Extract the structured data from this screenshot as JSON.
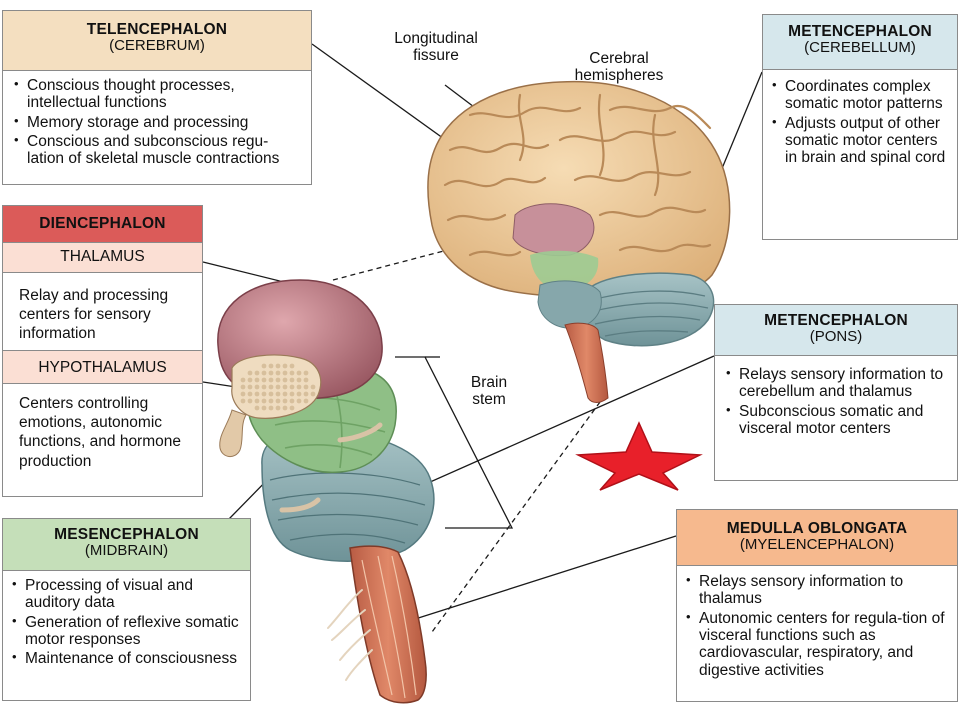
{
  "colors": {
    "telencephalon_header": "#f4dfc0",
    "metencephalon_header": "#d6e7ec",
    "diencephalon_header": "#db5b59",
    "diencephalon_subheader": "#fbdfd4",
    "mesencephalon_header": "#c5dfb9",
    "medulla_header": "#f6b98e",
    "star": "#e8202a",
    "cerebrum": "#edc898",
    "thalamus": "#c98a92",
    "midbrain": "#8fbf86",
    "pons": "#8fb0b4",
    "cerebellum": "#8cabb0",
    "medulla": "#d6775a"
  },
  "telencephalon": {
    "title": "TELENCEPHALON",
    "subtitle": "(CEREBRUM)",
    "items": [
      "Conscious thought processes, intellectual functions",
      "Memory storage and  processing",
      "Conscious and subconscious regu-lation of skeletal muscle contractions"
    ]
  },
  "metencephalon_cerebellum": {
    "title": "METENCEPHALON",
    "subtitle": "(CEREBELLUM)",
    "items": [
      "Coordinates complex somatic motor patterns",
      "Adjusts output of other somatic motor centers in brain and spinal cord"
    ]
  },
  "diencephalon": {
    "title": "DIENCEPHALON",
    "thalamus_label": "THALAMUS",
    "thalamus_text": "Relay and processing centers for sensory information",
    "hypothalamus_label": "HYPOTHALAMUS",
    "hypothalamus_text": "Centers controlling emotions, autonomic functions, and hormone production"
  },
  "metencephalon_pons": {
    "title": "METENCEPHALON",
    "subtitle": "(PONS)",
    "items": [
      "Relays sensory information to cerebellum and thalamus",
      "Subconscious somatic and visceral motor centers"
    ]
  },
  "mesencephalon": {
    "title": "MESENCEPHALON",
    "subtitle": "(MIDBRAIN)",
    "items": [
      "Processing of visual and auditory data",
      "Generation of reflexive somatic motor responses",
      "Maintenance of consciousness"
    ]
  },
  "medulla": {
    "title": "MEDULLA OBLONGATA",
    "subtitle": "(MYELENCEPHALON)",
    "items": [
      "Relays sensory information to thalamus",
      "Autonomic centers for regula-tion of visceral functions such as cardiovascular, respiratory, and digestive activities"
    ]
  },
  "labels": {
    "longitudinal_fissure": "Longitudinal fissure",
    "cerebral_hemispheres": "Cerebral hemispheres",
    "brain_stem": "Brain stem"
  },
  "star_icon": "star-icon"
}
